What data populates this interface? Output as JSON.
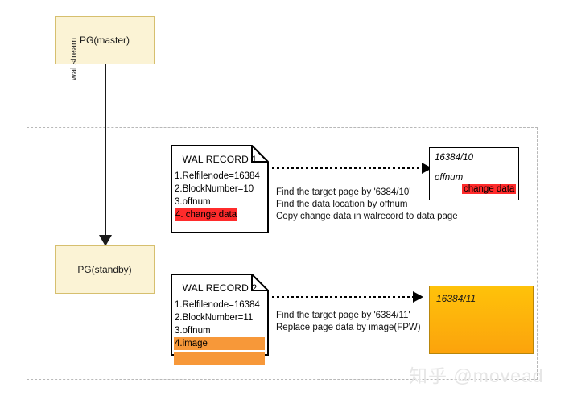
{
  "diagram": {
    "nodes": {
      "master_label": "PG(master)",
      "standby_label": "PG(standby)",
      "stream_label": "wal stream"
    },
    "wal_records": [
      {
        "title": "WAL RECORD 1",
        "lines": [
          "1.Relfilenode=16384",
          "2.BlockNumber=10",
          "3.offnum"
        ],
        "highlight_label": "4. change data",
        "highlight_color": "#ff2b2b"
      },
      {
        "title": "WAL RECORD 2",
        "lines": [
          "1.Relfilenode=16384",
          "2.BlockNumber=11",
          "3.offnum"
        ],
        "highlight_label": "4.image",
        "highlight_color": "#f79839"
      }
    ],
    "steps": [
      {
        "lines": [
          "Find the target page by '6384/10'",
          "Find the data location by offnum",
          "Copy change data in walrecord to data page"
        ]
      },
      {
        "lines": [
          "Find the target page by '6384/11'",
          "Replace page data by image(FPW)"
        ]
      }
    ],
    "pages": [
      {
        "id": "16384/10",
        "offnum_label": "offnum",
        "data_label": "change data",
        "data_color": "#ff2b2b"
      },
      {
        "id": "16384/11",
        "fill_color": "#fca30c"
      }
    ],
    "watermark": "知乎 @movead",
    "colors": {
      "node_fill": "#fbf3d5",
      "node_border": "#d6bf6e",
      "region_border": "#b8b8b8",
      "red_highlight": "#ff2b2b",
      "orange_highlight": "#f79839",
      "page_orange": "#fca30c"
    }
  }
}
